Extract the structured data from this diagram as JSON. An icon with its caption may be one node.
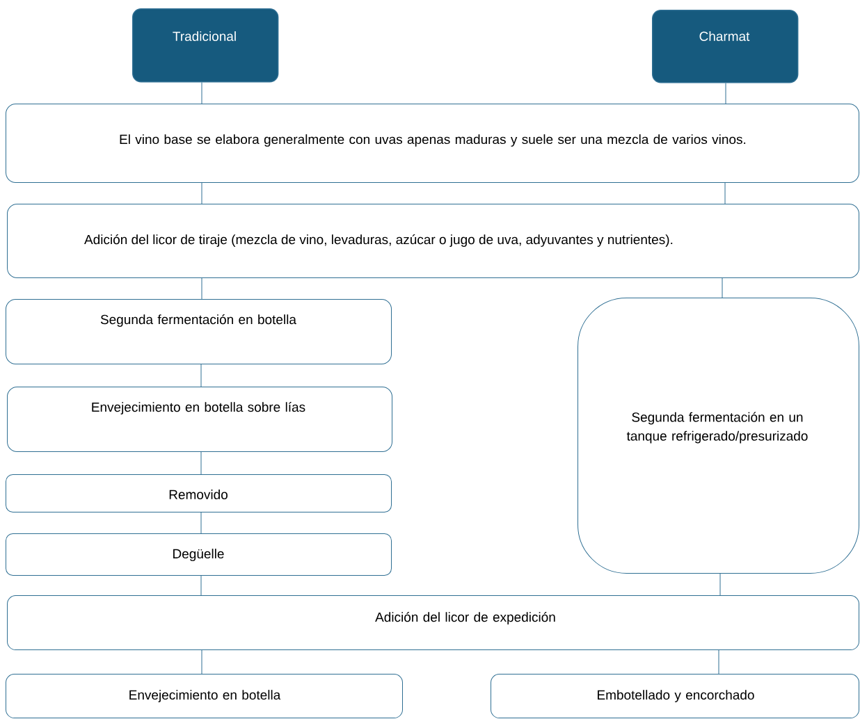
{
  "diagram": {
    "nodes": [
      {
        "text": [
          "Tradicional"
        ]
      },
      {
        "text": [
          "Charmat"
        ]
      },
      {
        "text": [
          "El vino base se elabora generalmente con uvas apenas maduras y suele ser una mezcla de varios vinos."
        ]
      },
      {
        "text": [
          "Adición del licor de tiraje (mezcla de vino, levaduras, azúcar o jugo de uva, adyuvantes y nutrientes)."
        ]
      },
      {
        "text": [
          "Segunda fermentación en botella"
        ]
      },
      {
        "text": [
          "Envejecimiento en botella sobre lías"
        ]
      },
      {
        "text": [
          "Removido"
        ]
      },
      {
        "text": [
          "Degüelle"
        ]
      },
      {
        "text": [
          "Segunda fermentación en un tanque refrigerado/presurizado"
        ]
      },
      {
        "text": [
          "Adición del licor de expedición"
        ]
      },
      {
        "text": [
          "Envejecimiento en botella"
        ]
      },
      {
        "text": [
          "Embotellado y encorchado"
        ]
      }
    ],
    "edges": [
      {
        "from": 0,
        "to": 2,
        "arrow": "none"
      },
      {
        "from": 1,
        "to": 2,
        "arrow": "none"
      },
      {
        "from": 2,
        "to": 3,
        "arrow": "none"
      },
      {
        "from": 2,
        "to": 3,
        "arrow": "none"
      },
      {
        "from": 3,
        "to": 4,
        "arrow": "none"
      },
      {
        "from": 3,
        "to": 8,
        "arrow": "none"
      },
      {
        "from": 4,
        "to": 5,
        "arrow": "none"
      },
      {
        "from": 5,
        "to": 6,
        "arrow": "none"
      },
      {
        "from": 6,
        "to": 7,
        "arrow": "none"
      },
      {
        "from": 7,
        "to": 9,
        "arrow": "none"
      },
      {
        "from": 8,
        "to": 9,
        "arrow": "none"
      },
      {
        "from": 9,
        "to": 10,
        "arrow": "none"
      },
      {
        "from": 9,
        "to": 11,
        "arrow": "none"
      }
    ]
  }
}
